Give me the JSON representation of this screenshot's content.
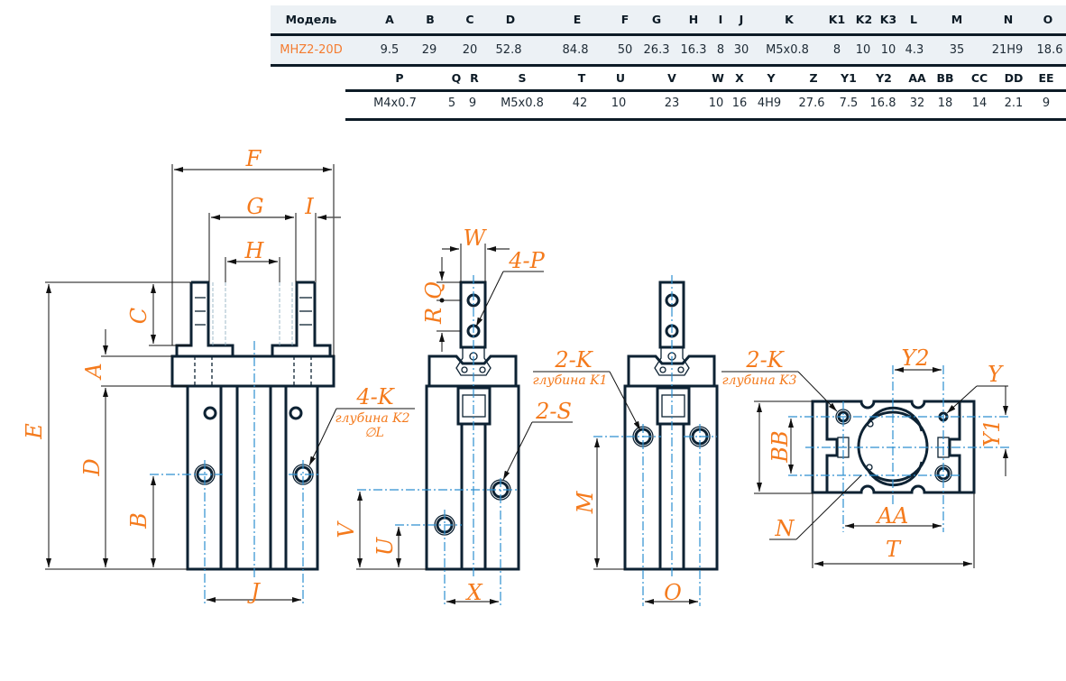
{
  "table": {
    "header1": [
      "Модель",
      "A",
      "B",
      "C",
      "D",
      "E",
      "F",
      "G",
      "H",
      "I",
      "J",
      "K",
      "K1",
      "K2",
      "K3",
      "L",
      "M",
      "N",
      "O"
    ],
    "row1": [
      "MHZ2-20D",
      "9.5",
      "29",
      "20",
      "52.8",
      "84.8",
      "50",
      "26.3",
      "16.3",
      "8",
      "30",
      "M5x0.8",
      "8",
      "10",
      "10",
      "4.3",
      "35",
      "21H9",
      "18.6"
    ],
    "header2": [
      "P",
      "Q",
      "R",
      "S",
      "T",
      "U",
      "V",
      "W",
      "X",
      "Y",
      "Z",
      "Y1",
      "Y2",
      "AA",
      "BB",
      "CC",
      "DD",
      "EE"
    ],
    "row2": [
      "M4x0.7",
      "5",
      "9",
      "M5x0.8",
      "42",
      "10",
      "23",
      "10",
      "16",
      "4H9",
      "27.6",
      "7.5",
      "16.8",
      "32",
      "18",
      "14",
      "2.1",
      "9"
    ]
  },
  "drawing": {
    "front": {
      "F": "F",
      "G": "G",
      "H": "H",
      "I": "I",
      "C": "C",
      "A": "A",
      "E": "E",
      "D": "D",
      "B": "B",
      "J": "J",
      "callout": "4-K",
      "callout_depth": "глубина K2",
      "callout_dia": "∅L"
    },
    "side": {
      "W": "W",
      "Q": "Q",
      "R": "R",
      "P_callout": "4-P",
      "S_callout": "2-S",
      "V": "V",
      "U": "U",
      "X": "X"
    },
    "rear": {
      "K_callout": "2-K",
      "K_depth": "глубина K1",
      "M": "M",
      "O": "O"
    },
    "bottom": {
      "K_callout": "2-K",
      "K_depth": "глубина K3",
      "Y2": "Y2",
      "Y": "Y",
      "Y1": "Y1",
      "BB": "BB",
      "AA": "AA",
      "T": "T",
      "N": "N"
    }
  },
  "colors": {
    "accent": "#f47a1c",
    "line": "#0d2233",
    "centerline": "#2d8fd0",
    "table_bg": "#ecf1f5"
  }
}
